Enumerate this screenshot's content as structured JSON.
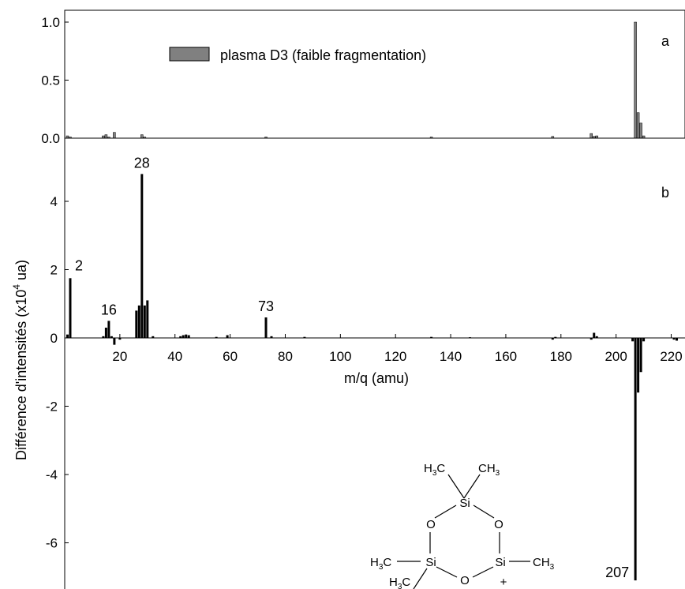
{
  "chart_data": [
    {
      "type": "bar",
      "panel_label": "a",
      "legend": "plasma D3 (faible fragmentation)",
      "legend_position": "top-center",
      "xlim": [
        0,
        225
      ],
      "ylim": [
        0,
        1.05
      ],
      "yticks": [
        {
          "value": 0.0,
          "label": "0.0"
        },
        {
          "value": 0.5,
          "label": "0.5"
        },
        {
          "value": 1.0,
          "label": "1.0"
        }
      ],
      "series": [
        {
          "color": "#808080",
          "points": [
            {
              "x": 1,
              "y": 0.02
            },
            {
              "x": 2,
              "y": 0.01
            },
            {
              "x": 14,
              "y": 0.02
            },
            {
              "x": 15,
              "y": 0.03
            },
            {
              "x": 16,
              "y": 0.01
            },
            {
              "x": 18,
              "y": 0.05
            },
            {
              "x": 28,
              "y": 0.03
            },
            {
              "x": 29,
              "y": 0.01
            },
            {
              "x": 73,
              "y": 0.01
            },
            {
              "x": 133,
              "y": 0.01
            },
            {
              "x": 177,
              "y": 0.015
            },
            {
              "x": 191,
              "y": 0.04
            },
            {
              "x": 192,
              "y": 0.015
            },
            {
              "x": 193,
              "y": 0.02
            },
            {
              "x": 207,
              "y": 1.0
            },
            {
              "x": 208,
              "y": 0.22
            },
            {
              "x": 209,
              "y": 0.13
            },
            {
              "x": 210,
              "y": 0.02
            }
          ]
        }
      ]
    },
    {
      "type": "bar",
      "panel_label": "b",
      "xlabel": "m/q (amu)",
      "ylabel_main": "Différence d'intensités (x10",
      "ylabel_sup": "4",
      "ylabel_end": " ua)",
      "xlim": [
        0,
        225
      ],
      "ylim": [
        -7.2,
        5.6
      ],
      "xticks": [
        {
          "value": 20,
          "label": "20"
        },
        {
          "value": 40,
          "label": "40"
        },
        {
          "value": 60,
          "label": "60"
        },
        {
          "value": 80,
          "label": "80"
        },
        {
          "value": 100,
          "label": "100"
        },
        {
          "value": 120,
          "label": "120"
        },
        {
          "value": 140,
          "label": "140"
        },
        {
          "value": 160,
          "label": "160"
        },
        {
          "value": 180,
          "label": "180"
        },
        {
          "value": 200,
          "label": "200"
        },
        {
          "value": 220,
          "label": "220"
        }
      ],
      "yticks": [
        {
          "value": -6,
          "label": "-6"
        },
        {
          "value": -4,
          "label": "-4"
        },
        {
          "value": -2,
          "label": "-2"
        },
        {
          "value": 0,
          "label": "0"
        },
        {
          "value": 2,
          "label": "2"
        },
        {
          "value": 4,
          "label": "4"
        }
      ],
      "series": [
        {
          "color": "#000000",
          "points": [
            {
              "x": 1,
              "y": 0.1
            },
            {
              "x": 2,
              "y": 1.75
            },
            {
              "x": 14,
              "y": 0.05
            },
            {
              "x": 15,
              "y": 0.3
            },
            {
              "x": 16,
              "y": 0.5
            },
            {
              "x": 17,
              "y": 0.05
            },
            {
              "x": 18,
              "y": -0.2
            },
            {
              "x": 20,
              "y": -0.05
            },
            {
              "x": 26,
              "y": 0.8
            },
            {
              "x": 27,
              "y": 0.95
            },
            {
              "x": 28,
              "y": 4.8
            },
            {
              "x": 29,
              "y": 0.95
            },
            {
              "x": 30,
              "y": 1.1
            },
            {
              "x": 32,
              "y": 0.05
            },
            {
              "x": 42,
              "y": 0.05
            },
            {
              "x": 43,
              "y": 0.08
            },
            {
              "x": 44,
              "y": 0.1
            },
            {
              "x": 45,
              "y": 0.08
            },
            {
              "x": 55,
              "y": 0.03
            },
            {
              "x": 59,
              "y": 0.08
            },
            {
              "x": 73,
              "y": 0.6
            },
            {
              "x": 75,
              "y": 0.05
            },
            {
              "x": 87,
              "y": 0.03
            },
            {
              "x": 133,
              "y": 0.03
            },
            {
              "x": 147,
              "y": 0.02
            },
            {
              "x": 177,
              "y": -0.05
            },
            {
              "x": 178,
              "y": 0.03
            },
            {
              "x": 191,
              "y": -0.05
            },
            {
              "x": 192,
              "y": 0.15
            },
            {
              "x": 193,
              "y": 0.05
            },
            {
              "x": 206,
              "y": -0.1
            },
            {
              "x": 207,
              "y": -7.1
            },
            {
              "x": 208,
              "y": -1.6
            },
            {
              "x": 209,
              "y": -1.0
            },
            {
              "x": 210,
              "y": -0.1
            },
            {
              "x": 221,
              "y": -0.05
            },
            {
              "x": 222,
              "y": -0.08
            }
          ]
        }
      ],
      "annotations": [
        {
          "text": "28",
          "x": 28,
          "y": 4.8
        },
        {
          "text": "2",
          "x": 2,
          "y": 1.75
        },
        {
          "text": "16",
          "x": 16,
          "y": 0.5
        },
        {
          "text": "73",
          "x": 73,
          "y": 0.6
        },
        {
          "text": "207",
          "x": 207,
          "y": -7.1
        }
      ]
    }
  ],
  "molecule": {
    "si": "Si",
    "o": "O",
    "h": "H",
    "c": "C",
    "ch": "CH",
    "sub3": "3",
    "plus": "+"
  }
}
